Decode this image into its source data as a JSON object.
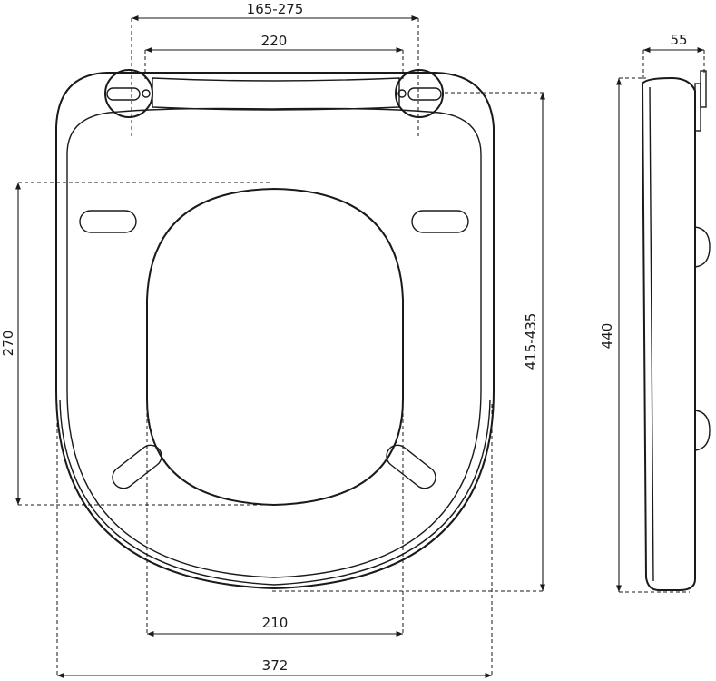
{
  "drawing": {
    "dimensions": {
      "hinge_spacing_range": "165-275",
      "hinge_inner": "220",
      "side_depth": "55",
      "seat_length_range": "415-435",
      "inner_opening_length": "270",
      "side_length": "440",
      "inner_opening_width": "210",
      "overall_width": "372"
    }
  }
}
